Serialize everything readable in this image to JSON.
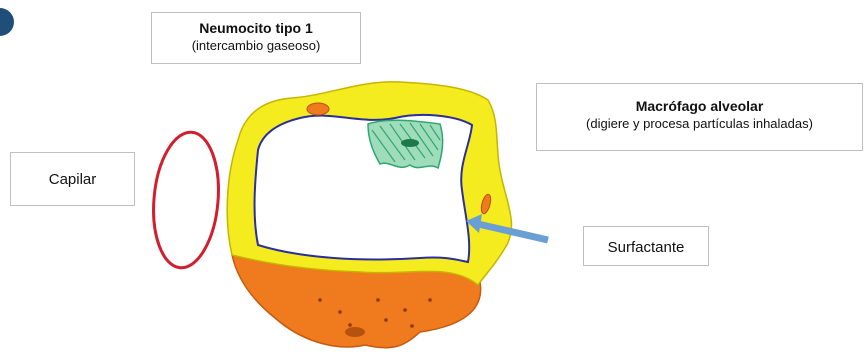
{
  "labels": {
    "neumocito": {
      "title": "Neumocito tipo 1",
      "sub": "(intercambio gaseoso)"
    },
    "macrofago": {
      "title": "Macrófago alveolar",
      "sub": "(digiere y procesa partículas inhaladas)"
    },
    "capilar": {
      "title": "Capilar"
    },
    "surfactante": {
      "title": "Surfactante"
    }
  },
  "colors": {
    "type1_wall": "#f5ec1f",
    "wall_outline": "#c8b400",
    "type2_region": "#f07a1e",
    "type2_dots": "#8a3a12",
    "capillary": "#d0202f",
    "inner_lining": "#2b2f9a",
    "macrophage": "#2fa86b",
    "arrow": "#6a9fd6",
    "corner_dot": "#1f4e79"
  }
}
